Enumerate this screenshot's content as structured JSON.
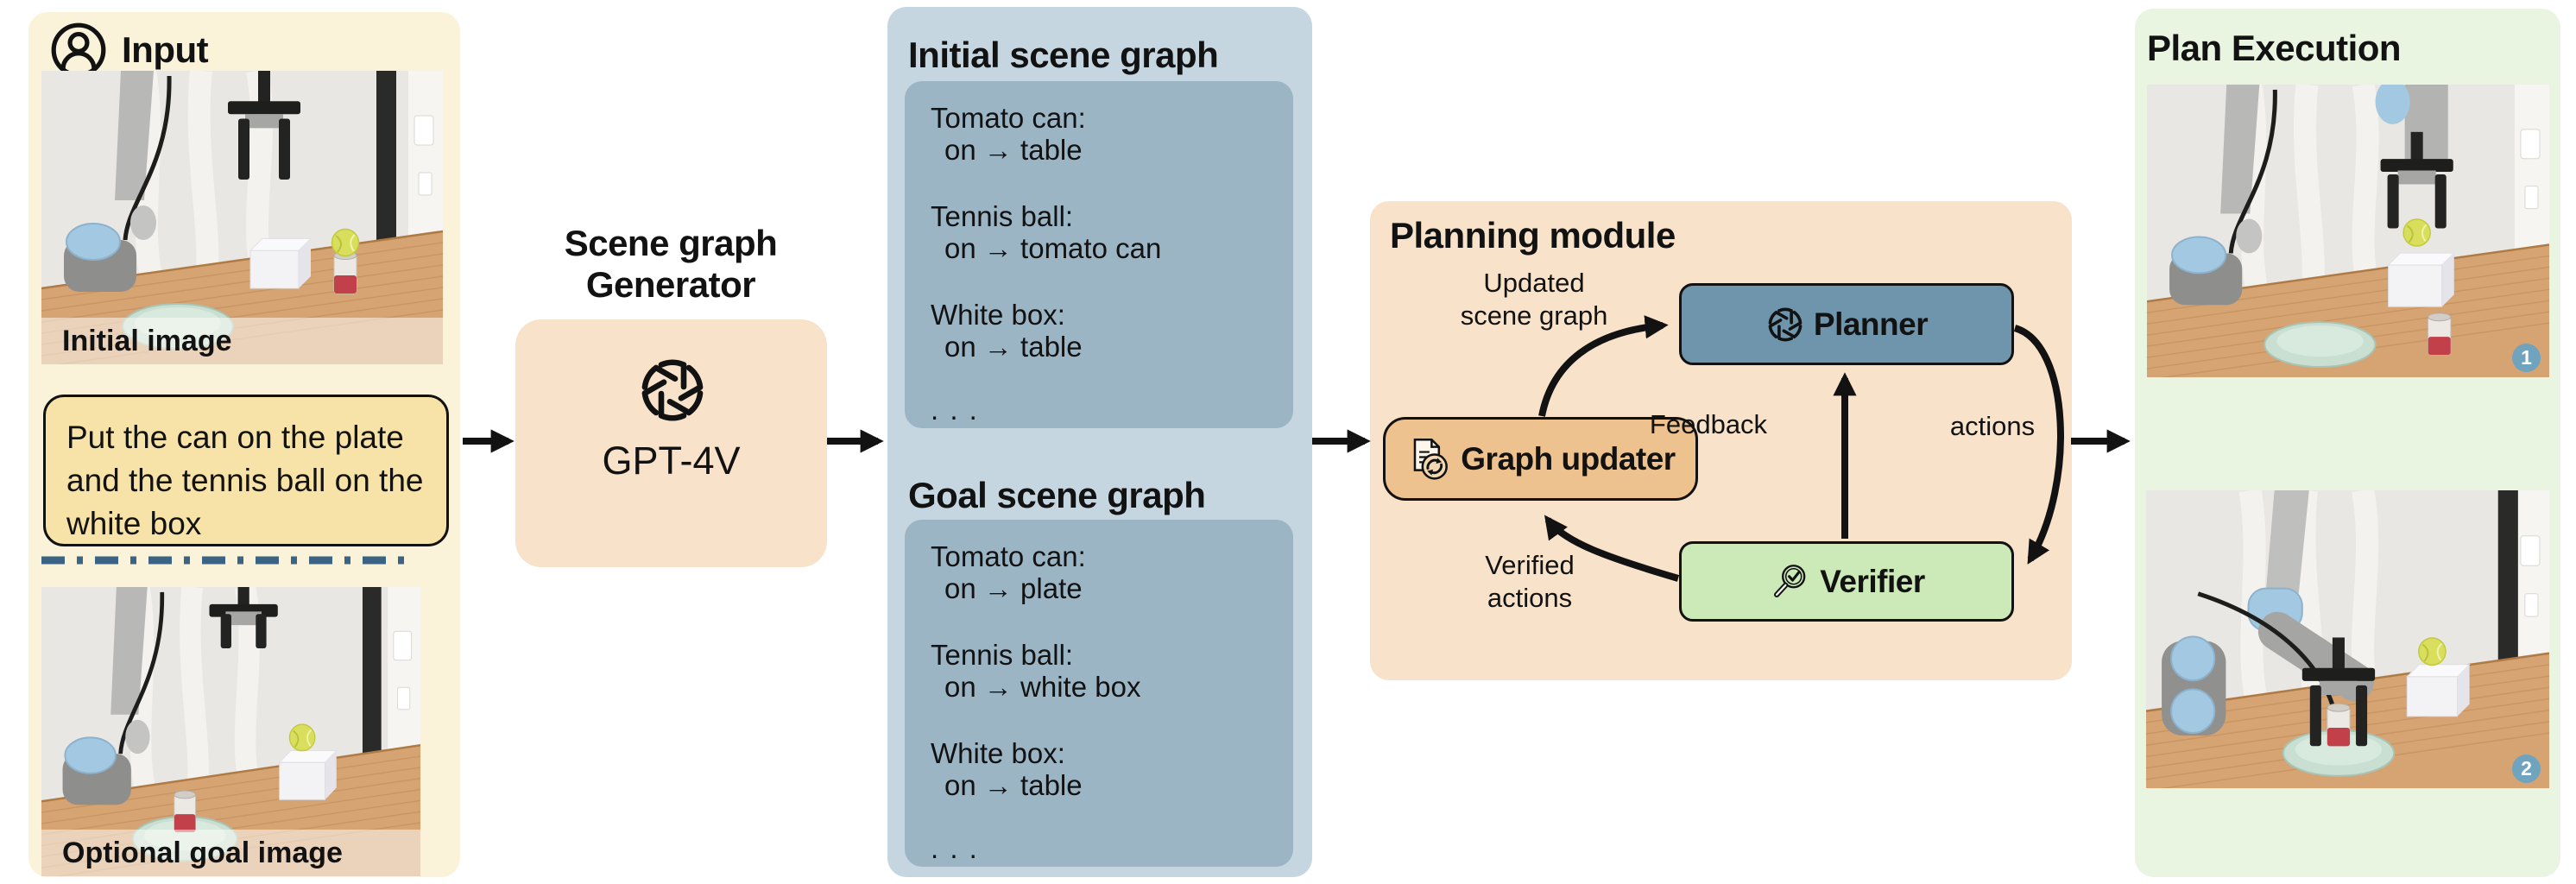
{
  "input_panel": {
    "title": "Input",
    "initial_image_label": "Initial image",
    "instruction": "Put the can on the plate and the tennis ball on the white box",
    "goal_image_label": "Optional goal image"
  },
  "generator": {
    "title_line1": "Scene graph",
    "title_line2": "Generator",
    "model": "GPT-4V"
  },
  "scene_graphs": {
    "initial": {
      "title": "Initial scene graph",
      "entries": [
        {
          "object": "Tomato can:",
          "relation": "on → table"
        },
        {
          "object": "Tennis ball:",
          "relation": "on → tomato can"
        },
        {
          "object": "White box:",
          "relation": "on → table"
        }
      ],
      "ellipsis": ". . ."
    },
    "goal": {
      "title": "Goal scene graph",
      "entries": [
        {
          "object": "Tomato can:",
          "relation": "on → plate"
        },
        {
          "object": "Tennis ball:",
          "relation": "on → white box"
        },
        {
          "object": "White box:",
          "relation": "on → table"
        }
      ],
      "ellipsis": ". . ."
    }
  },
  "planning": {
    "title": "Planning module",
    "updated_line1": "Updated",
    "updated_line2": "scene graph",
    "planner_label": "Planner",
    "graph_updater_label": "Graph updater",
    "verifier_label": "Verifier",
    "feedback_label": "Feedback",
    "actions_label": "actions",
    "verified_line1": "Verified",
    "verified_line2": "actions"
  },
  "execution": {
    "title": "Plan Execution",
    "badge1": "1",
    "badge2": "2"
  },
  "icons": {
    "input_header": "person-icon",
    "generator": "openai-logo-icon",
    "planner": "openai-logo-icon",
    "graph_updater": "document-sync-icon",
    "verifier": "magnifier-check-icon"
  },
  "colors": {
    "input_bg": "#FAF3DA",
    "instruction_bg": "#F7E3A8",
    "divider_blue": "#3A6384",
    "module_peach": "#F8E2CA",
    "scene_outer": "#C5D6E0",
    "scene_inner": "#9BB5C5",
    "planner_fill": "#6E95AC",
    "graph_updater_fill": "#EDC28F",
    "verifier_fill": "#CCE9B8",
    "execution_bg": "#E9F5E0",
    "badge_blue": "#6FA3BE",
    "arrow_ink": "#121212"
  }
}
